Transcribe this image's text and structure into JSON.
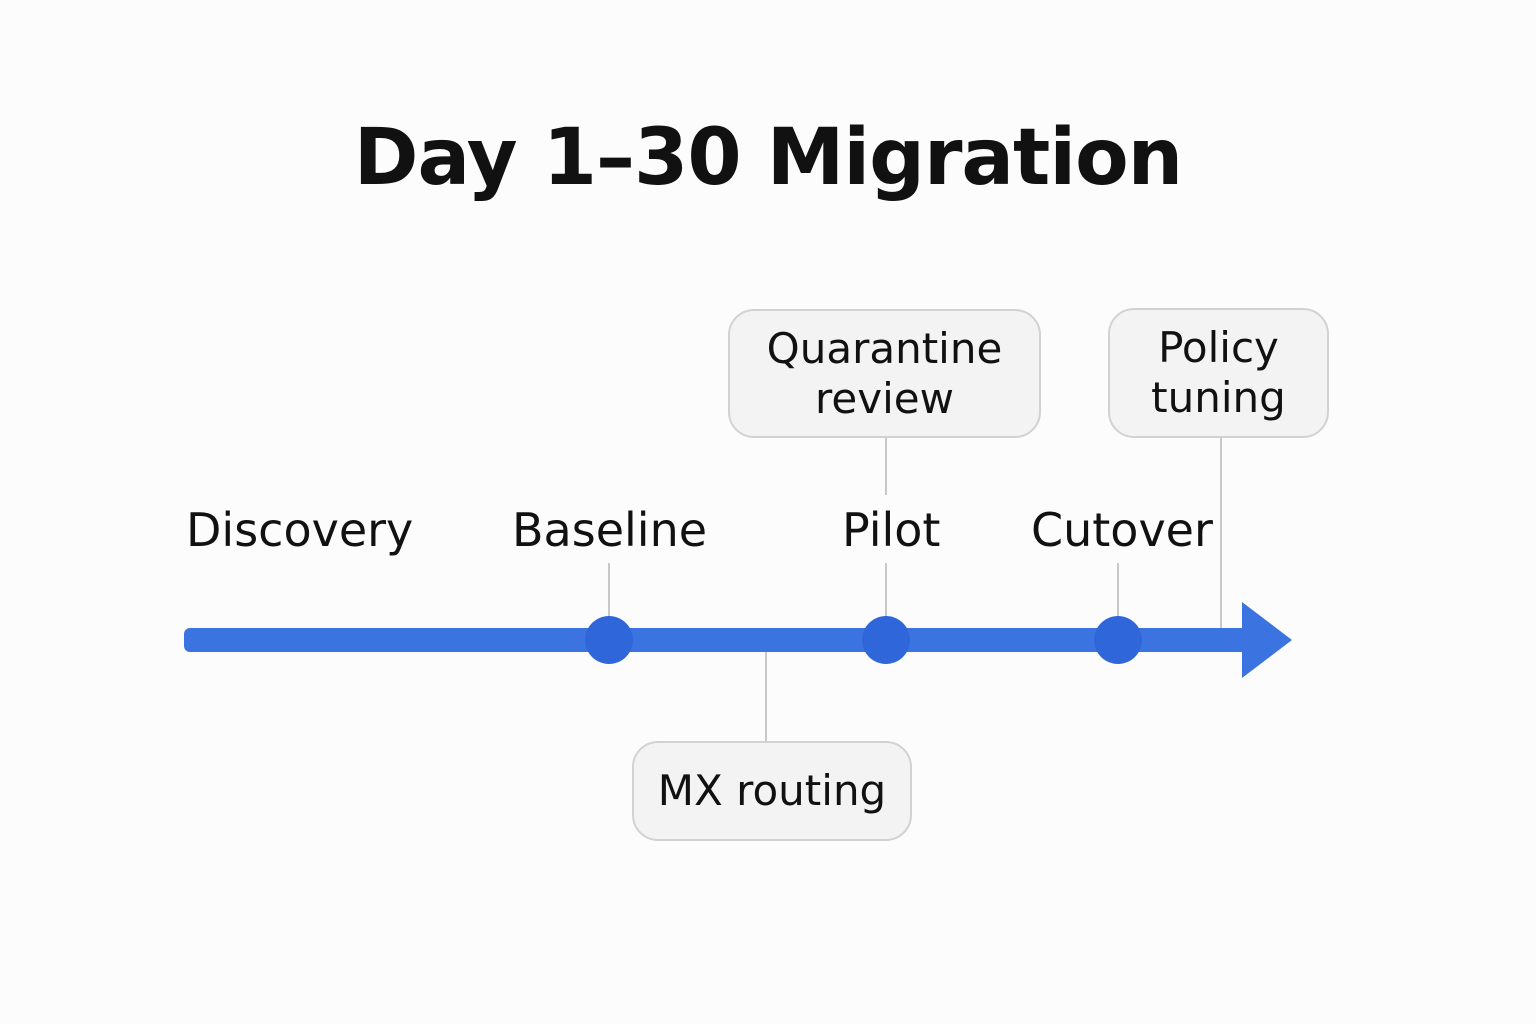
{
  "title": "Day 1–30 Migration",
  "colors": {
    "accent": "#3b74e0",
    "milestone": "#2f67db",
    "connector": "#c8c8c8",
    "callout_fill": "#f3f3f3",
    "callout_border": "#d2d2d2"
  },
  "phases": [
    {
      "id": "discovery",
      "label": "Discovery"
    },
    {
      "id": "baseline",
      "label": "Baseline"
    },
    {
      "id": "pilot",
      "label": "Pilot"
    },
    {
      "id": "cutover",
      "label": "Cutover"
    }
  ],
  "callouts": [
    {
      "id": "quarantine-review",
      "lines": [
        "Quarantine",
        "review"
      ]
    },
    {
      "id": "policy-tuning",
      "lines": [
        "Policy",
        "tuning"
      ]
    },
    {
      "id": "mx-routing",
      "lines": [
        "MX routing"
      ]
    }
  ]
}
